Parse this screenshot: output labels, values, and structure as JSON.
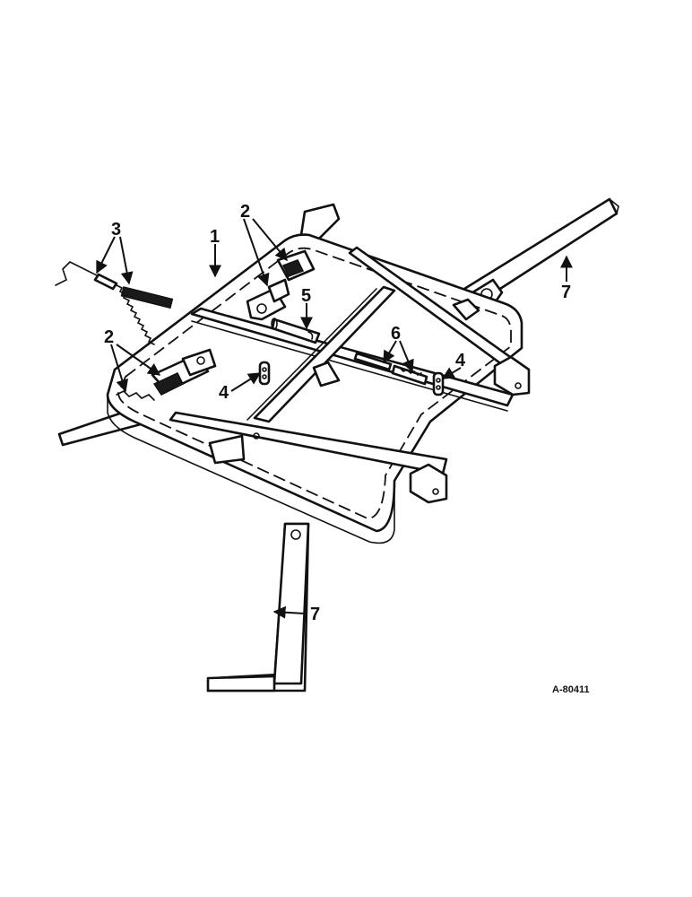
{
  "callouts": {
    "c1": "1",
    "c2_top": "2",
    "c2_left": "2",
    "c3": "3",
    "c4_left": "4",
    "c4_right": "4",
    "c5": "5",
    "c6": "6",
    "c7_right": "7",
    "c7_bottom": "7"
  },
  "figure_ref": "A-80411"
}
